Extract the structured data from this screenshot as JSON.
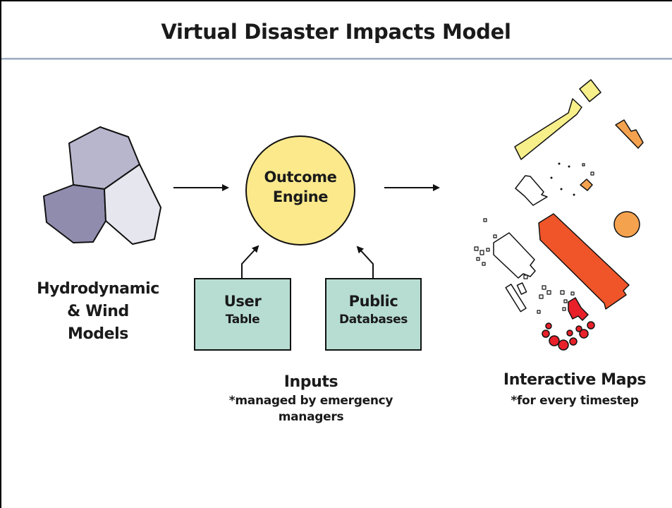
{
  "title": "Virtual Disaster Impacts Model",
  "models_label": [
    "Hydrodynamic",
    "& Wind",
    "Models"
  ],
  "engine_label": [
    "Outcome",
    "Engine"
  ],
  "user_table": [
    "User",
    "Table"
  ],
  "public_databases": [
    "Public",
    "Databases"
  ],
  "inputs": {
    "heading": "Inputs",
    "note": [
      "*managed by emergency",
      "managers"
    ]
  },
  "maps": {
    "heading": "Interactive Maps",
    "note": "*for every timestep"
  },
  "colors": {
    "hex_dark": "#8f8cae",
    "hex_mid": "#b8b6cd",
    "hex_light": "#e6e6ee",
    "engine_fill": "#fbe98c",
    "input_box_fill": "#b7ddd3",
    "building_yellow": "#f6ef8a",
    "building_orange": "#f5a24f",
    "building_red_orange": "#f0552a",
    "building_red": "#e8202a"
  }
}
